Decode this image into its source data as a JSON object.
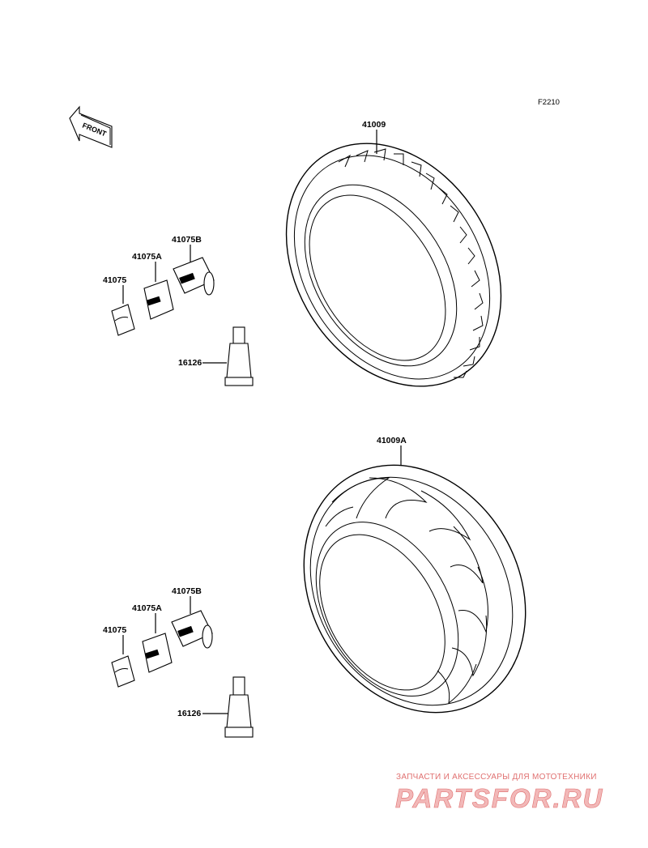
{
  "figure_code": "F2210",
  "front_arrow": {
    "text": "FRONT",
    "icon": "front-direction-arrow-icon"
  },
  "groups": [
    {
      "tire_label": "41009",
      "parts": {
        "cap": "41075",
        "cap_a": "41075A",
        "cap_b": "41075B",
        "valve": "16126"
      }
    },
    {
      "tire_label": "41009A",
      "parts": {
        "cap": "41075",
        "cap_a": "41075A",
        "cap_b": "41075B",
        "valve": "16126"
      }
    }
  ],
  "watermark": {
    "line1": "ЗАПЧАСТИ И АКСЕССУАРЫ ДЛЯ МОТОТЕХНИКИ",
    "line2": "PARTSFOR.RU",
    "color": "#e07070"
  }
}
